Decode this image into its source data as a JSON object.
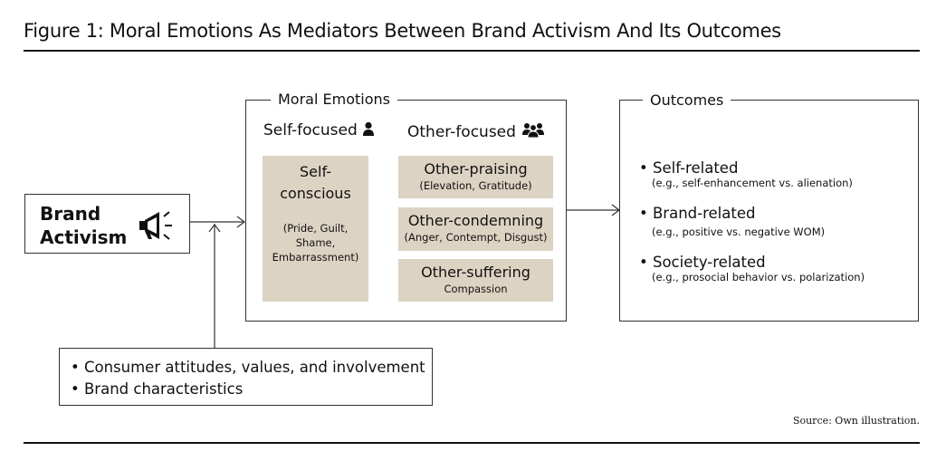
{
  "title": "Figure 1: Moral Emotions As Mediators Between Brand Activism And Its Outcomes",
  "brand_activism": {
    "line1": "Brand",
    "line2": "Activism",
    "icon": "megaphone-icon"
  },
  "moral_emotions": {
    "label": "Moral Emotions",
    "self_focused": {
      "label": "Self-focused",
      "icon": "person-icon"
    },
    "other_focused": {
      "label": "Other-focused",
      "icon": "group-icon"
    },
    "self_conscious": {
      "title_line1": "Self-",
      "title_line2": "conscious",
      "detail_line1": "(Pride, Guilt,",
      "detail_line2": "Shame,",
      "detail_line3": "Embarrassment)"
    },
    "other_praising": {
      "title": "Other-praising",
      "detail": "(Elevation, Gratitude)"
    },
    "other_condemning": {
      "title": "Other-condemning",
      "detail": "(Anger, Contempt, Disgust)"
    },
    "other_suffering": {
      "title": "Other-suffering",
      "detail": "Compassion"
    }
  },
  "outcomes": {
    "label": "Outcomes",
    "items": [
      {
        "main": "Self-related",
        "sub": "(e.g., self-enhancement vs. alienation)"
      },
      {
        "main": "Brand-related",
        "sub": "(e.g., positive vs. negative WOM)"
      },
      {
        "main": "Society-related",
        "sub": "(e.g., prosocial behavior vs. polarization)"
      }
    ]
  },
  "moderators": {
    "items": [
      "Consumer attitudes, values, and involvement",
      "Brand characteristics"
    ]
  },
  "source": "Source: Own illustration.",
  "colors": {
    "tan": "#ddd3c2",
    "line": "#333333"
  }
}
